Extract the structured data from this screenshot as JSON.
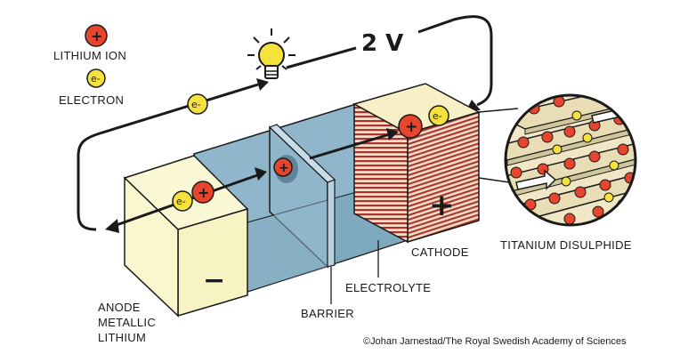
{
  "legend": {
    "ion_label": "LITHIUM ION",
    "electron_label": "ELECTRON"
  },
  "voltage": "2 V",
  "symbols": {
    "plus": "+",
    "electron": "e-",
    "minus": "−"
  },
  "labels": {
    "cathode": "CATHODE",
    "electrolyte": "ELECTROLYTE",
    "barrier": "BARRIER",
    "anode_line1": "ANODE",
    "anode_line2": "METALLIC",
    "anode_line3": "LITHIUM",
    "titanium": "TITANIUM DISULPHIDE"
  },
  "credit": "©Johan Jarnestad/The Royal Swedish Academy of Sciences",
  "colors": {
    "ion_red": "#e8452f",
    "electron_yellow": "#f6e23c",
    "electrolyte_blue": "#8fb6cb",
    "anode_cream": "#faf7cf",
    "cathode_red": "#b03a2e",
    "outline": "#1a1a1a"
  }
}
